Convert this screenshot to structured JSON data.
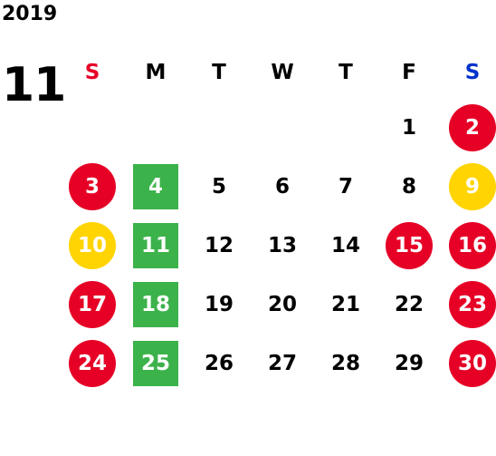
{
  "calendar": {
    "year": "2019",
    "month": "11",
    "weekdays": [
      {
        "label": "S",
        "color": "#e60026"
      },
      {
        "label": "M",
        "color": "#000000"
      },
      {
        "label": "T",
        "color": "#000000"
      },
      {
        "label": "W",
        "color": "#000000"
      },
      {
        "label": "T",
        "color": "#000000"
      },
      {
        "label": "F",
        "color": "#000000"
      },
      {
        "label": "S",
        "color": "#0033cc"
      }
    ],
    "days": [
      {
        "day": "",
        "style": "empty"
      },
      {
        "day": "",
        "style": "empty"
      },
      {
        "day": "",
        "style": "empty"
      },
      {
        "day": "",
        "style": "empty"
      },
      {
        "day": "",
        "style": "empty"
      },
      {
        "day": "1",
        "style": "plain"
      },
      {
        "day": "2",
        "style": "circle-red"
      },
      {
        "day": "3",
        "style": "circle-red"
      },
      {
        "day": "4",
        "style": "square-green"
      },
      {
        "day": "5",
        "style": "plain"
      },
      {
        "day": "6",
        "style": "plain"
      },
      {
        "day": "7",
        "style": "plain"
      },
      {
        "day": "8",
        "style": "plain"
      },
      {
        "day": "9",
        "style": "circle-yellow"
      },
      {
        "day": "10",
        "style": "circle-yellow"
      },
      {
        "day": "11",
        "style": "square-green"
      },
      {
        "day": "12",
        "style": "plain"
      },
      {
        "day": "13",
        "style": "plain"
      },
      {
        "day": "14",
        "style": "plain"
      },
      {
        "day": "15",
        "style": "circle-red"
      },
      {
        "day": "16",
        "style": "circle-red"
      },
      {
        "day": "17",
        "style": "circle-red"
      },
      {
        "day": "18",
        "style": "square-green"
      },
      {
        "day": "19",
        "style": "plain"
      },
      {
        "day": "20",
        "style": "plain"
      },
      {
        "day": "21",
        "style": "plain"
      },
      {
        "day": "22",
        "style": "plain"
      },
      {
        "day": "23",
        "style": "circle-red"
      },
      {
        "day": "24",
        "style": "circle-red"
      },
      {
        "day": "25",
        "style": "square-green"
      },
      {
        "day": "26",
        "style": "plain"
      },
      {
        "day": "27",
        "style": "plain"
      },
      {
        "day": "28",
        "style": "plain"
      },
      {
        "day": "29",
        "style": "plain"
      },
      {
        "day": "30",
        "style": "circle-red"
      }
    ],
    "colors": {
      "holiday_red": "#e60026",
      "special_yellow": "#ffd400",
      "monday_green": "#3cb24b",
      "saturday_blue": "#0033cc"
    }
  }
}
